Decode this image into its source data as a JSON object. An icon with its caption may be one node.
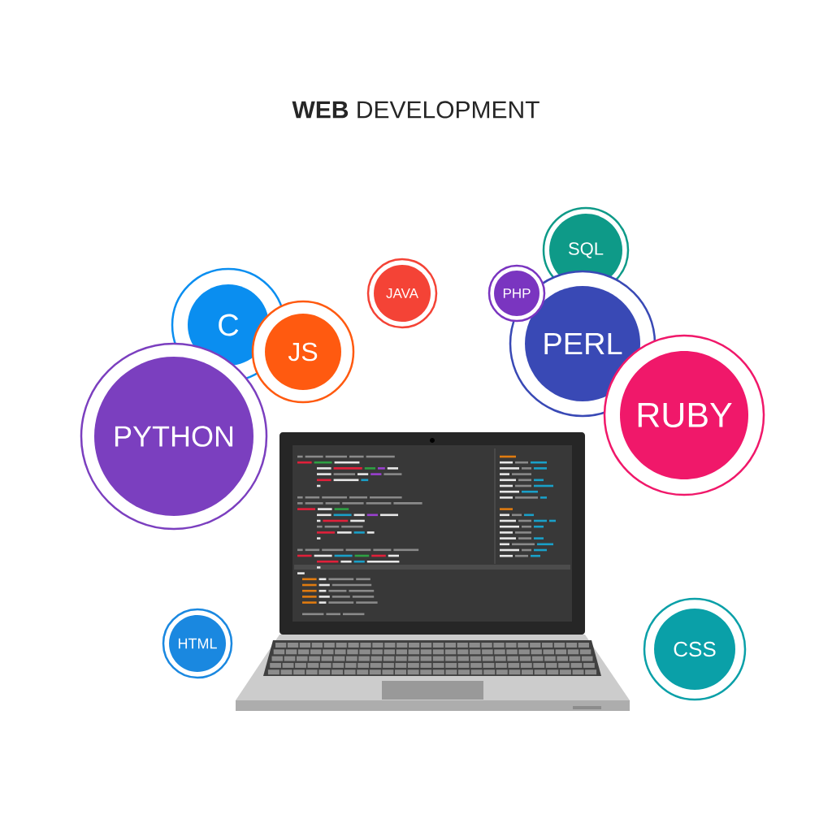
{
  "diagram": {
    "title": "**WEB** DEVELOPMENT",
    "nodes": [
      {
        "text": [
          "C"
        ]
      },
      {
        "text": [
          "JS"
        ]
      },
      {
        "text": [
          "JAVA"
        ]
      },
      {
        "text": [
          "PYTHON"
        ]
      },
      {
        "text": [
          "SQL"
        ]
      },
      {
        "text": [
          "PHP"
        ]
      },
      {
        "text": [
          "PERL"
        ]
      },
      {
        "text": [
          "RUBY"
        ]
      },
      {
        "text": [
          "HTML"
        ]
      },
      {
        "text": [
          "CSS"
        ]
      }
    ]
  }
}
